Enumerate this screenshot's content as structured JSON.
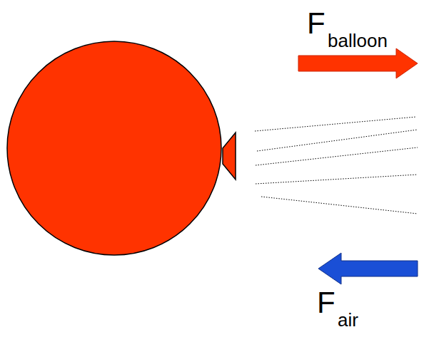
{
  "diagram": {
    "labels": [
      "F",
      "balloon",
      "F",
      "air"
    ]
  }
}
